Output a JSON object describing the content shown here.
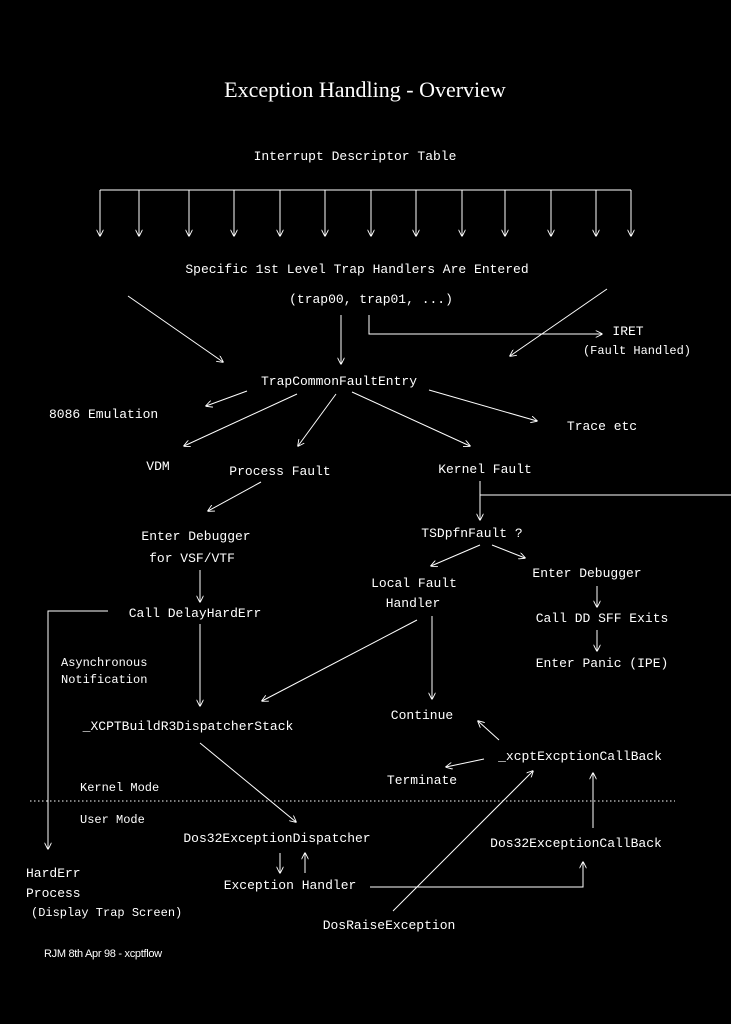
{
  "title": "Exception Handling - Overview",
  "idt": "Interrupt Descriptor Table",
  "trap_handlers": {
    "line1": "Specific 1st Level Trap Handlers Are Entered",
    "line2": "(trap00, trap01, ...)"
  },
  "iret": {
    "line1": "IRET",
    "line2": "(Fault Handled)"
  },
  "trap_common": "TrapCommonFaultEntry",
  "emulation_8086": "8086 Emulation",
  "trace": "Trace etc",
  "vdm": "VDM",
  "process_fault": "Process Fault",
  "kernel_fault": "Kernel Fault",
  "enter_debugger_vsf": {
    "line1": "Enter Debugger",
    "line2": "for VSF/VTF"
  },
  "tsd_pfn_fault": "TSDpfnFault ?",
  "local_fault_handler": {
    "line1": "Local Fault",
    "line2": "Handler"
  },
  "enter_debugger": "Enter Debugger",
  "call_delay_harderr": "Call DelayHardErr",
  "call_dd_sff": "Call DD SFF Exits",
  "async_notification": {
    "line1": "Asynchronous",
    "line2": "Notification"
  },
  "enter_panic": "Enter Panic (IPE)",
  "build_r3_stack": "_XCPTBuildR3DispatcherStack",
  "continue": "Continue",
  "xcpt_callback": "_xcptExcptionCallBack",
  "terminate": "Terminate",
  "kernel_mode": "Kernel Mode",
  "user_mode": "User Mode",
  "dos32_dispatcher": "Dos32ExceptionDispatcher",
  "dos32_callback": "Dos32ExceptionCallBack",
  "harderr_process": {
    "line1": "HardErr",
    "line2": "Process",
    "line3": "(Display Trap Screen)"
  },
  "exception_handler": "Exception Handler",
  "dos_raise": "DosRaiseException",
  "credit": "RJM 8th Apr 98 - xcptflow",
  "colors": {
    "background": "#000000",
    "foreground": "#ffffff"
  }
}
